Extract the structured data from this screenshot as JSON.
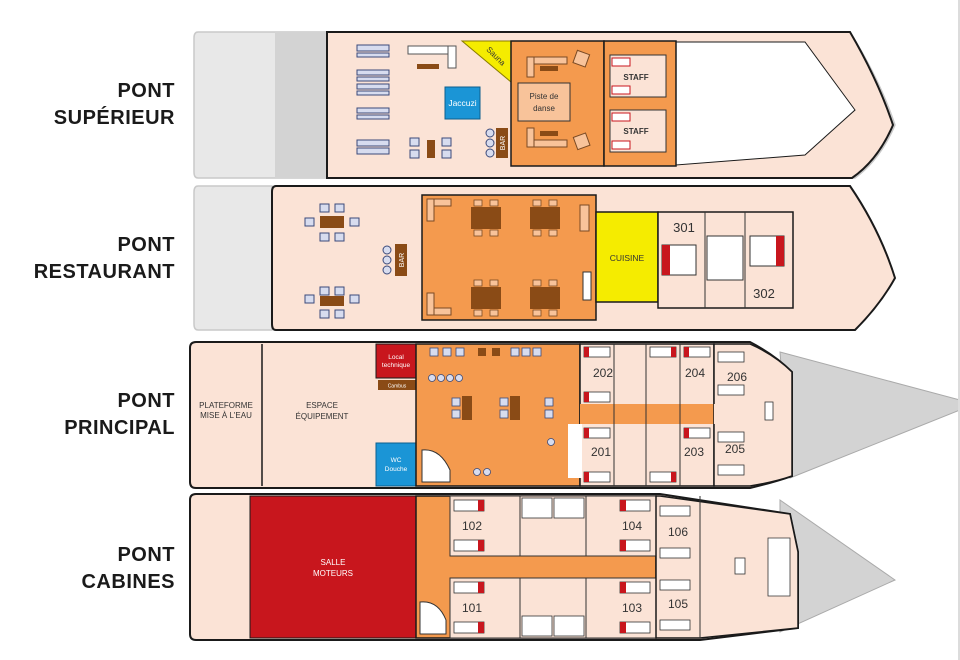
{
  "decks": [
    {
      "id": "superieur",
      "line1": "PONT",
      "line2": "SUPÉRIEUR"
    },
    {
      "id": "restaurant",
      "line1": "PONT",
      "line2": "RESTAURANT"
    },
    {
      "id": "principal",
      "line1": "PONT",
      "line2": "PRINCIPAL"
    },
    {
      "id": "cabines",
      "line1": "PONT",
      "line2": "CABINES"
    }
  ],
  "rooms": {
    "sauna": "Sauna",
    "jacuzzi": "Jaccuzi",
    "dance_line1": "Piste de",
    "dance_line2": "danse",
    "staff": "STAFF",
    "bar": "BAR",
    "cuisine": "CUISINE",
    "plateforme_line1": "PLATEFORME",
    "plateforme_line2": "MISE À L'EAU",
    "equipement_line1": "ESPACE",
    "equipement_line2": "ÉQUIPEMENT",
    "local_line1": "Local",
    "local_line2": "technique",
    "cambus": "Cambus",
    "wc_line1": "WC",
    "wc_line2": "Douche",
    "moteurs_line1": "SALLE",
    "moteurs_line2": "MOTEURS"
  },
  "cabins": {
    "c301": "301",
    "c302": "302",
    "c201": "201",
    "c202": "202",
    "c203": "203",
    "c204": "204",
    "c205": "205",
    "c206": "206",
    "c101": "101",
    "c102": "102",
    "c103": "103",
    "c104": "104",
    "c105": "105",
    "c106": "106"
  },
  "colors": {
    "hull": "#fbe3d6",
    "orange": "#f49a4e",
    "grey": "#d3d3d3",
    "red": "#c8161d",
    "yellow": "#f5ec00",
    "blue": "#1b95d6",
    "brown": "#8a4b16",
    "outline": "#1a1a1a"
  }
}
